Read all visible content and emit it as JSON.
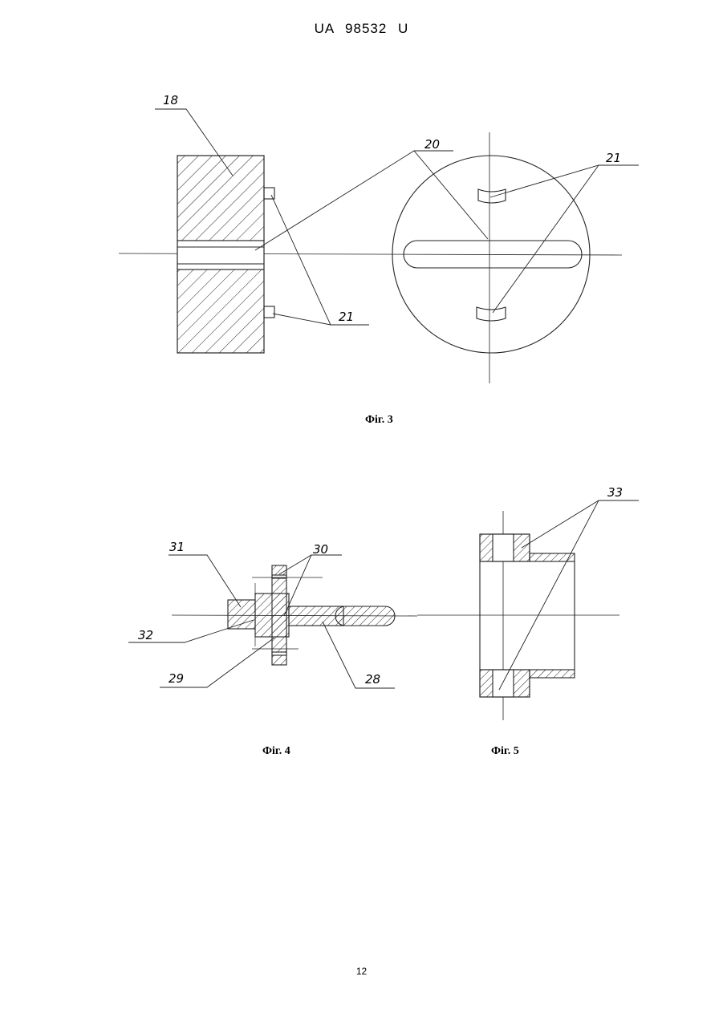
{
  "header": {
    "patent_number": "UA 98532 U"
  },
  "figures": [
    {
      "caption": "Фіг. 3",
      "labels": [
        "18",
        "20",
        "21",
        "21"
      ]
    },
    {
      "caption": "Фіг. 4",
      "labels": [
        "31",
        "30",
        "32",
        "29",
        "28"
      ]
    },
    {
      "caption": "Фіг. 5",
      "labels": [
        "33"
      ]
    }
  ],
  "page_number": "12"
}
